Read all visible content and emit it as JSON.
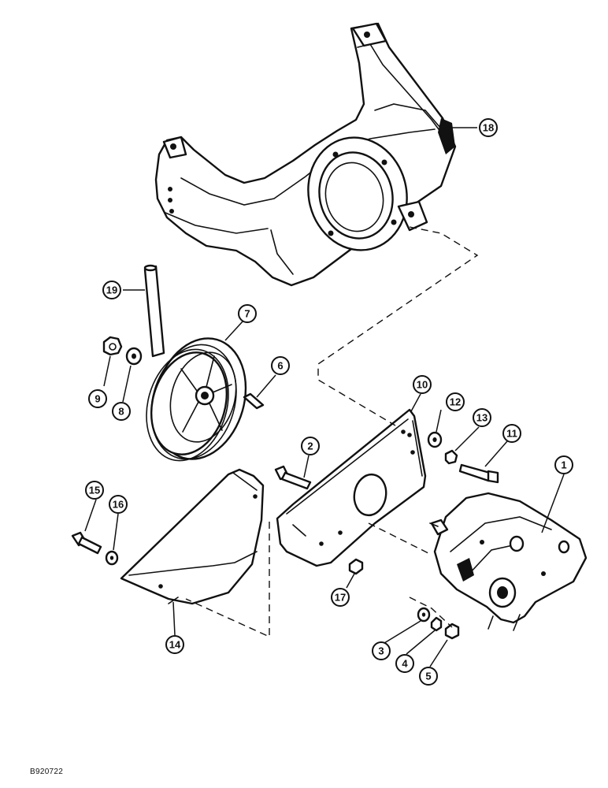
{
  "reference_code": "B920722",
  "callouts": [
    {
      "id": "1",
      "name": "callout-1"
    },
    {
      "id": "2",
      "name": "callout-2"
    },
    {
      "id": "3",
      "name": "callout-3"
    },
    {
      "id": "4",
      "name": "callout-4"
    },
    {
      "id": "5",
      "name": "callout-5"
    },
    {
      "id": "6",
      "name": "callout-6"
    },
    {
      "id": "7",
      "name": "callout-7"
    },
    {
      "id": "8",
      "name": "callout-8"
    },
    {
      "id": "9",
      "name": "callout-9"
    },
    {
      "id": "10",
      "name": "callout-10"
    },
    {
      "id": "11",
      "name": "callout-11"
    },
    {
      "id": "12",
      "name": "callout-12"
    },
    {
      "id": "13",
      "name": "callout-13"
    },
    {
      "id": "14",
      "name": "callout-14"
    },
    {
      "id": "15",
      "name": "callout-15"
    },
    {
      "id": "16",
      "name": "callout-16"
    },
    {
      "id": "17",
      "name": "callout-17"
    },
    {
      "id": "18",
      "name": "callout-18"
    },
    {
      "id": "19",
      "name": "callout-19"
    }
  ]
}
